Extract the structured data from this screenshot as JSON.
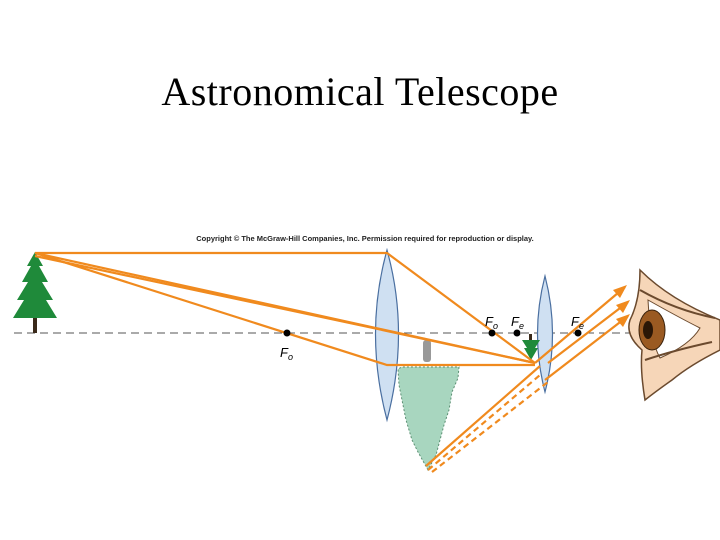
{
  "title": "Astronomical Telescope",
  "copyright": "Copyright © The McGraw-Hill Companies, Inc. Permission required for reproduction or display.",
  "labels": {
    "fo_left": {
      "main": "F",
      "sub": "o"
    },
    "fo_right": {
      "main": "F",
      "sub": "o"
    },
    "fe_left": {
      "main": "F",
      "sub": "e"
    },
    "fe_right": {
      "main": "F",
      "sub": "e"
    }
  },
  "colors": {
    "ray": "#f08a1e",
    "lens": "#cfe0f2",
    "lens_stroke": "#4a6fa0",
    "tree": "#1f8a3a",
    "image_fill": "#a8d6bf",
    "axis": "#555555",
    "eye_iris": "#9a5a22",
    "eye_skin": "#f6d6b8"
  }
}
